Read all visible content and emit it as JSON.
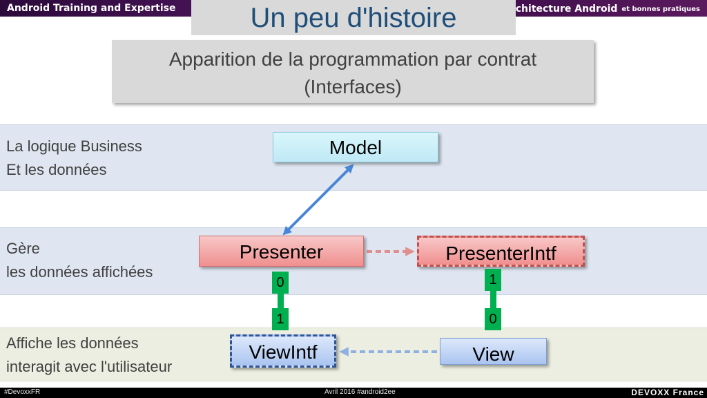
{
  "header": {
    "left_title": "Android Training and Expertise",
    "right_title": "Architecture Android",
    "right_subtitle": "et bonnes pratiques"
  },
  "slide": {
    "title": "Un peu d'histoire",
    "subtitle_line1": "Apparition de la programmation par contrat",
    "subtitle_line2": "(Interfaces)"
  },
  "bands": [
    {
      "line1": "La logique Business",
      "line2": "Et les données"
    },
    {
      "line1": "Gère",
      "line2": "les données affichées"
    },
    {
      "line1": "Affiche les données",
      "line2": "interagit avec l'utilisateur"
    }
  ],
  "nodes": {
    "model": "Model",
    "presenter": "Presenter",
    "presenter_intf": "PresenterIntf",
    "view_intf": "ViewIntf",
    "view": "View"
  },
  "badges": {
    "presenter_top": "0",
    "presenter_bottom": "1",
    "view_top": "1",
    "view_bottom": "0"
  },
  "footer": {
    "hashtag": "#DevoxxFR",
    "date": "Avril 2016 #android2ee",
    "brand": "DEVOXX France"
  },
  "colors": {
    "title": "#1f4e79",
    "arrow_model_presenter": "#4a86d6",
    "dashed_red": "#c0504d",
    "dashed_blue": "#8fb0e0",
    "badge_green": "#00b050"
  }
}
